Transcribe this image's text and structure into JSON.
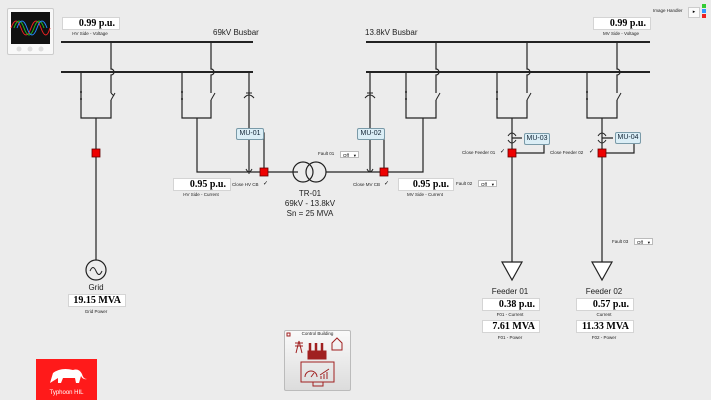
{
  "hv": {
    "busbar": "69kV Busbar",
    "voltage": "0.99 p.u.",
    "voltage_label": "HV Side - Voltage",
    "current": "0.95 p.u.",
    "current_label": "HV Side - Current",
    "mu": "MU-01",
    "close_cb": "Close HV CB",
    "fault_label": "Fault 01",
    "fault_value": "Off"
  },
  "mv": {
    "busbar": "13.8kV Busbar",
    "voltage": "0.99 p.u.",
    "voltage_label": "MV Side - Voltage",
    "current": "0.95 p.u.",
    "current_label": "MV Side - Current",
    "mu": "MU-02",
    "close_cb": "Close MV CB",
    "fault_label": "Fault 02",
    "fault_value": "Off"
  },
  "transformer": {
    "name": "TR-01",
    "ratio": "69kV - 13.8kV",
    "rating": "Sn = 25 MVA"
  },
  "grid": {
    "label": "Grid",
    "power": "19.15 MVA",
    "power_label": "Grid Power"
  },
  "feeder1": {
    "label": "Feeder 01",
    "current": "0.38 p.u.",
    "current_label": "F01 - Current",
    "power": "7.61 MVA",
    "power_label": "F01 - Power",
    "mu": "MU-03",
    "close": "Close Feeder 01"
  },
  "feeder2": {
    "label": "Feeder 02",
    "current": "0.57 p.u.",
    "current_label": "Current",
    "power": "11.33 MVA",
    "power_label": "F02 - Power",
    "mu": "MU-04",
    "close": "Close Feeder 02",
    "fault_label": "Fault 03",
    "fault_value": "Off"
  },
  "image_handler": {
    "label": "Image Handler"
  },
  "control_building": {
    "label": "Control Building"
  },
  "logo": {
    "text": "Typhoon HIL"
  },
  "colors": {
    "breaker": "#ee0000",
    "logo": "#ff1a1a",
    "mu_fill": "#dbeef6",
    "background": "#ececec"
  },
  "checkmark": "✓"
}
